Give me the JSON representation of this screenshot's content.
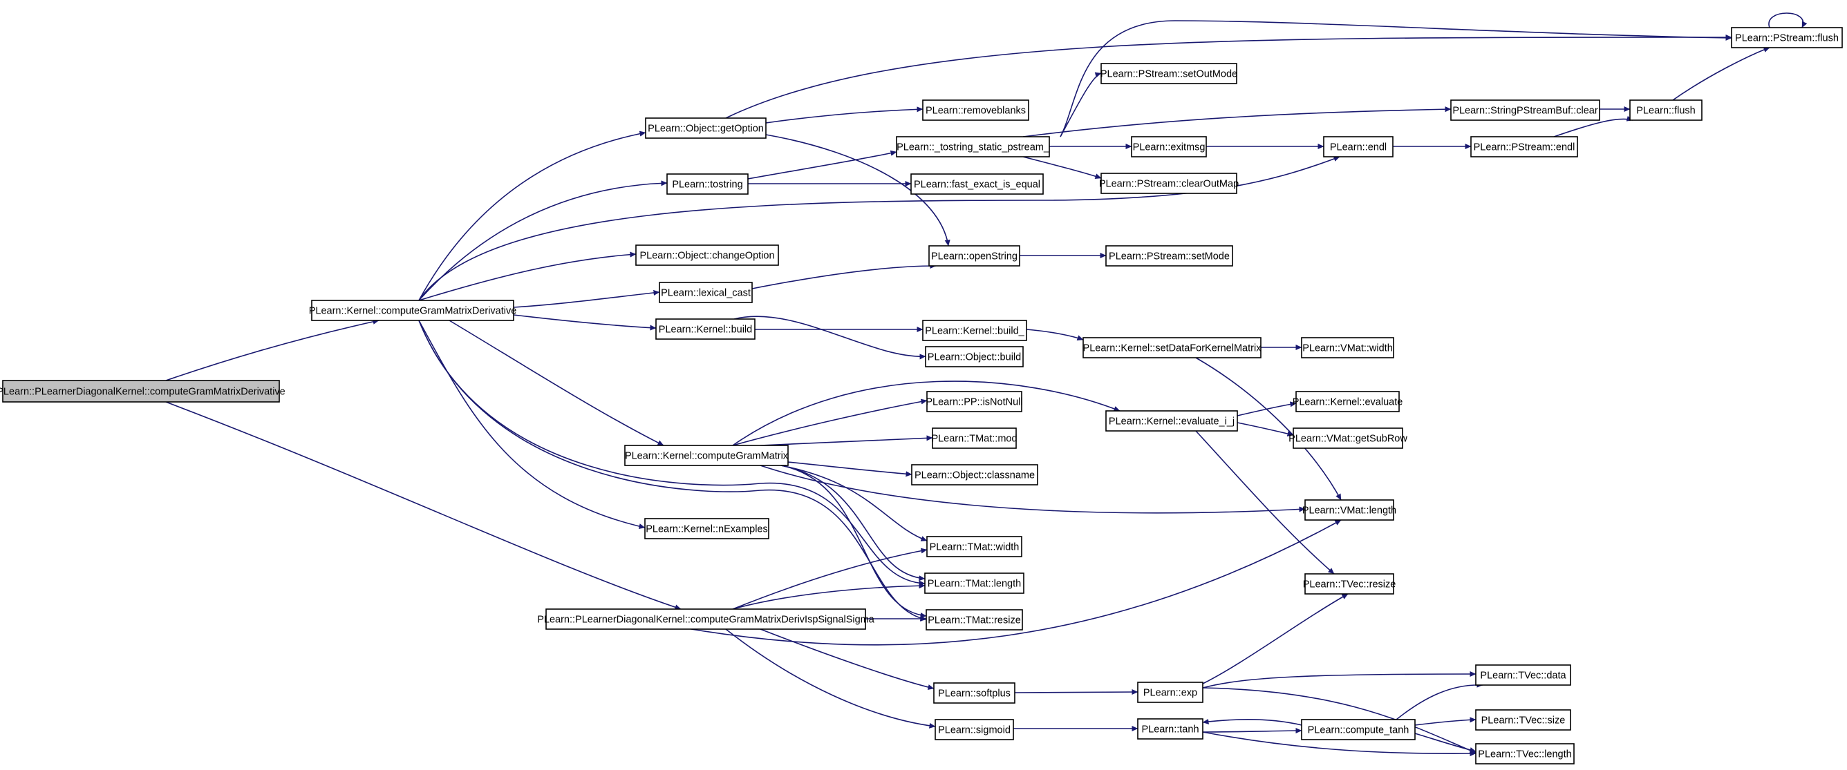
{
  "colors": {
    "edge": "#191970",
    "root_fill": "#bfbfbf",
    "node_fill": "#ffffff",
    "node_border": "#000000"
  },
  "nodes": [
    {
      "id": "n0",
      "label": "PLearn::PLearnerDiagonalKernel::computeGramMatrixDerivative",
      "root": true
    },
    {
      "id": "n1",
      "label": "PLearn::Kernel::computeGramMatrixDerivative"
    },
    {
      "id": "n2",
      "label": "PLearn::PLearnerDiagonalKernel::computeGramMatrixDerivIspSignalSigma"
    },
    {
      "id": "n3",
      "label": "PLearn::Object::getOption"
    },
    {
      "id": "n4",
      "label": "PLearn::tostring"
    },
    {
      "id": "n5",
      "label": "PLearn::Object::changeOption"
    },
    {
      "id": "n6",
      "label": "PLearn::lexical_cast"
    },
    {
      "id": "n7",
      "label": "PLearn::Kernel::build"
    },
    {
      "id": "n8",
      "label": "PLearn::Kernel::computeGramMatrix"
    },
    {
      "id": "n9",
      "label": "PLearn::Kernel::nExamples"
    },
    {
      "id": "n10",
      "label": "PLearn::removeblanks"
    },
    {
      "id": "n11",
      "label": "PLearn::_tostring_static_pstream_"
    },
    {
      "id": "n12",
      "label": "PLearn::fast_exact_is_equal"
    },
    {
      "id": "n13",
      "label": "PLearn::openString"
    },
    {
      "id": "n14",
      "label": "PLearn::Object::build"
    },
    {
      "id": "n15",
      "label": "PLearn::Kernel::build_"
    },
    {
      "id": "n16",
      "label": "PLearn::PP::isNotNull"
    },
    {
      "id": "n17",
      "label": "PLearn::TMat::mod"
    },
    {
      "id": "n18",
      "label": "PLearn::Object::classname"
    },
    {
      "id": "n19",
      "label": "PLearn::TMat::width"
    },
    {
      "id": "n20",
      "label": "PLearn::TMat::length"
    },
    {
      "id": "n21",
      "label": "PLearn::TMat::resize"
    },
    {
      "id": "n22",
      "label": "PLearn::softplus"
    },
    {
      "id": "n23",
      "label": "PLearn::sigmoid"
    },
    {
      "id": "n24",
      "label": "PLearn::PStream::setOutMode"
    },
    {
      "id": "n25",
      "label": "PLearn::exitmsg"
    },
    {
      "id": "n26",
      "label": "PLearn::PStream::clearOutMap"
    },
    {
      "id": "n27",
      "label": "PLearn::PStream::setMode"
    },
    {
      "id": "n28",
      "label": "PLearn::Kernel::setDataForKernelMatrix"
    },
    {
      "id": "n29",
      "label": "PLearn::Kernel::evaluate_i_j"
    },
    {
      "id": "n30",
      "label": "PLearn::exp"
    },
    {
      "id": "n31",
      "label": "PLearn::tanh"
    },
    {
      "id": "n32",
      "label": "PLearn::endl"
    },
    {
      "id": "n33",
      "label": "PLearn::compute_tanh"
    },
    {
      "id": "n34",
      "label": "PLearn::PStream::flush"
    },
    {
      "id": "n35",
      "label": "PLearn::StringPStreamBuf::clear"
    },
    {
      "id": "n36",
      "label": "PLearn::PStream::endl"
    },
    {
      "id": "n37",
      "label": "PLearn::VMat::width"
    },
    {
      "id": "n38",
      "label": "PLearn::Kernel::evaluate"
    },
    {
      "id": "n39",
      "label": "PLearn::VMat::getSubRow"
    },
    {
      "id": "n40",
      "label": "PLearn::VMat::length"
    },
    {
      "id": "n41",
      "label": "PLearn::TVec::resize"
    },
    {
      "id": "n42",
      "label": "PLearn::flush"
    },
    {
      "id": "n43",
      "label": "PLearn::TVec::data"
    },
    {
      "id": "n44",
      "label": "PLearn::TVec::size"
    },
    {
      "id": "n45",
      "label": "PLearn::TVec::length"
    }
  ],
  "edges": [
    [
      "n0",
      "n1"
    ],
    [
      "n0",
      "n2"
    ],
    [
      "n1",
      "n3"
    ],
    [
      "n1",
      "n4"
    ],
    [
      "n1",
      "n5"
    ],
    [
      "n1",
      "n6"
    ],
    [
      "n1",
      "n7"
    ],
    [
      "n1",
      "n8"
    ],
    [
      "n1",
      "n9"
    ],
    [
      "n1",
      "n32"
    ],
    [
      "n1",
      "n20"
    ],
    [
      "n1",
      "n21"
    ],
    [
      "n3",
      "n34"
    ],
    [
      "n3",
      "n10"
    ],
    [
      "n3",
      "n13"
    ],
    [
      "n4",
      "n11"
    ],
    [
      "n4",
      "n12"
    ],
    [
      "n11",
      "n34"
    ],
    [
      "n11",
      "n24"
    ],
    [
      "n11",
      "n35"
    ],
    [
      "n11",
      "n25"
    ],
    [
      "n11",
      "n26"
    ],
    [
      "n25",
      "n32"
    ],
    [
      "n32",
      "n36"
    ],
    [
      "n36",
      "n42"
    ],
    [
      "n35",
      "n42"
    ],
    [
      "n42",
      "n34"
    ],
    [
      "n34",
      "n34"
    ],
    [
      "n6",
      "n13"
    ],
    [
      "n13",
      "n27"
    ],
    [
      "n7",
      "n14"
    ],
    [
      "n7",
      "n15"
    ],
    [
      "n15",
      "n28"
    ],
    [
      "n28",
      "n37"
    ],
    [
      "n28",
      "n40"
    ],
    [
      "n8",
      "n29"
    ],
    [
      "n8",
      "n16"
    ],
    [
      "n8",
      "n17"
    ],
    [
      "n8",
      "n18"
    ],
    [
      "n8",
      "n40"
    ],
    [
      "n8",
      "n19"
    ],
    [
      "n8",
      "n20"
    ],
    [
      "n8",
      "n21"
    ],
    [
      "n29",
      "n38"
    ],
    [
      "n29",
      "n39"
    ],
    [
      "n29",
      "n41"
    ],
    [
      "n2",
      "n19"
    ],
    [
      "n2",
      "n20"
    ],
    [
      "n2",
      "n21"
    ],
    [
      "n2",
      "n40"
    ],
    [
      "n2",
      "n22"
    ],
    [
      "n2",
      "n23"
    ],
    [
      "n22",
      "n30"
    ],
    [
      "n30",
      "n41"
    ],
    [
      "n30",
      "n43"
    ],
    [
      "n30",
      "n45"
    ],
    [
      "n23",
      "n31"
    ],
    [
      "n31",
      "n33"
    ],
    [
      "n33",
      "n31"
    ],
    [
      "n31",
      "n45"
    ],
    [
      "n33",
      "n43"
    ],
    [
      "n33",
      "n44"
    ],
    [
      "n33",
      "n45"
    ]
  ]
}
